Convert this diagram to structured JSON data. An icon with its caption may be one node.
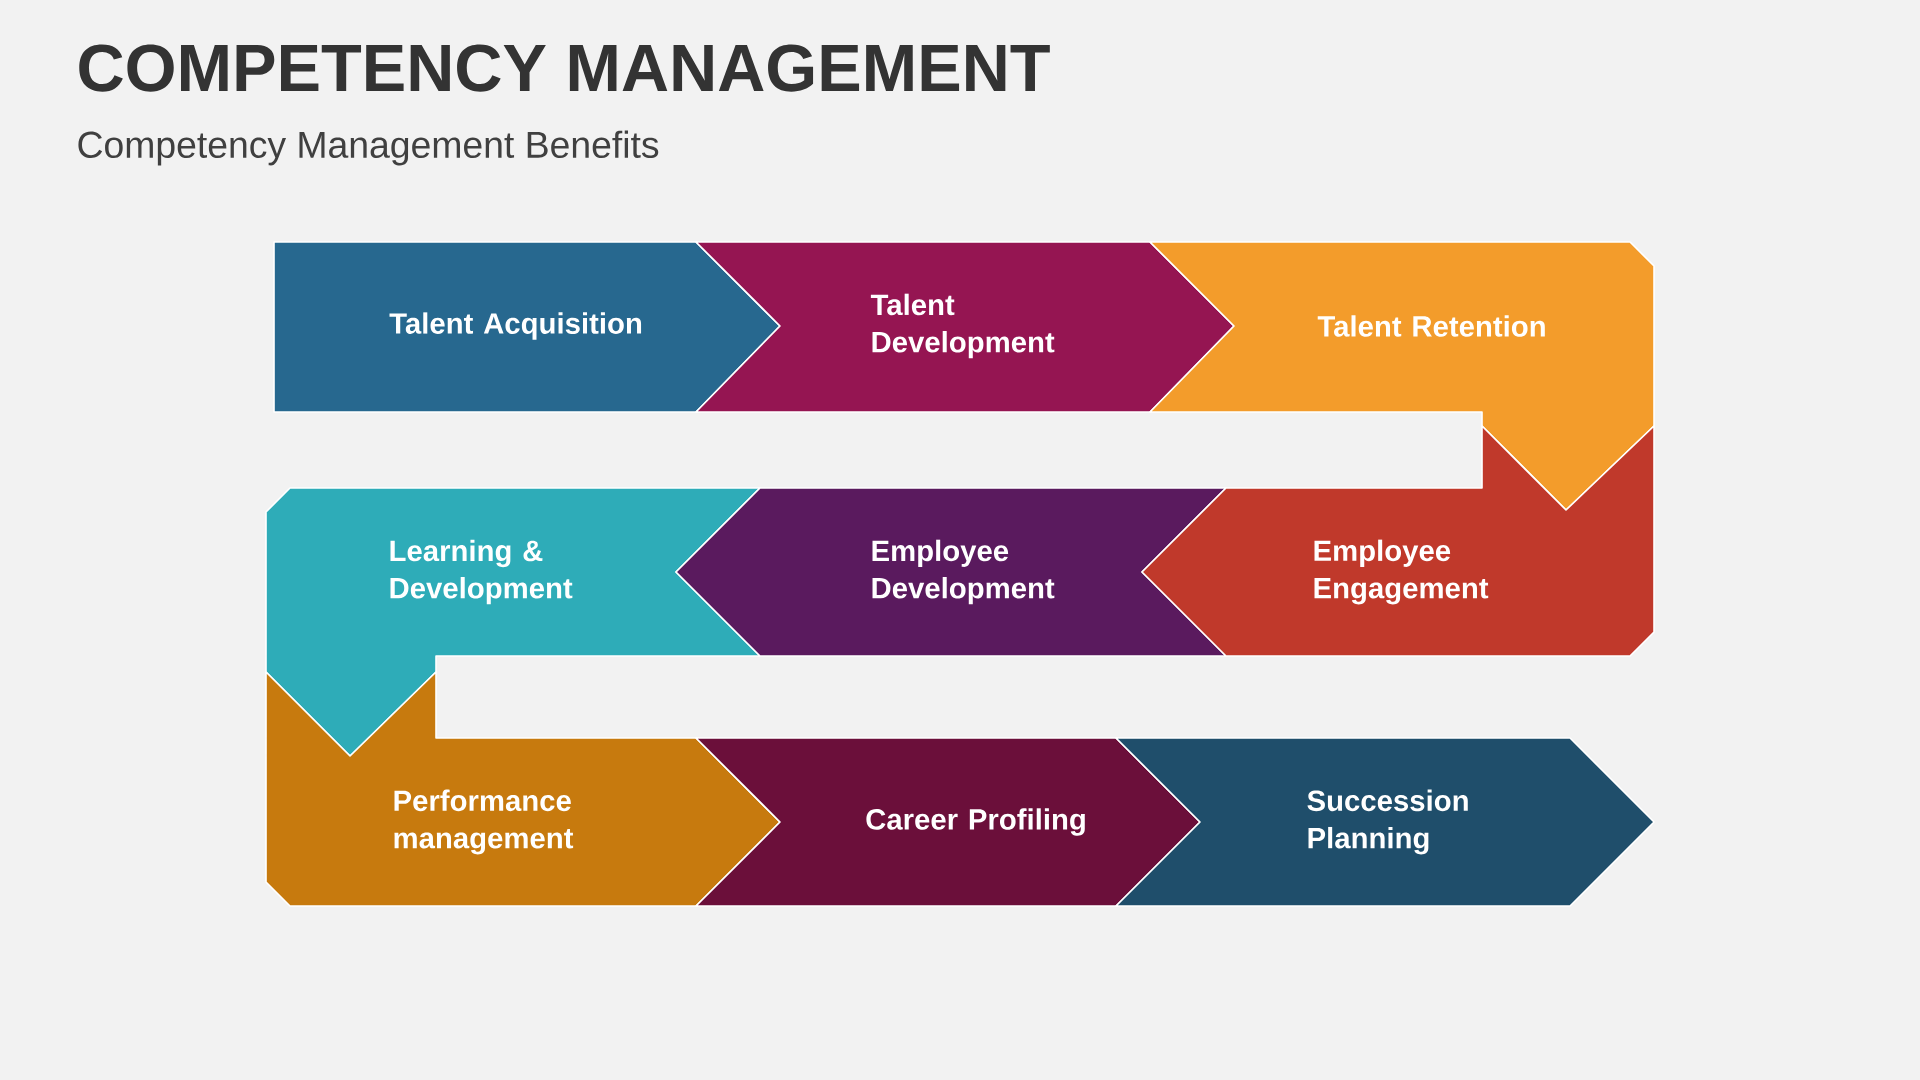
{
  "diagram": {
    "title": "COMPETENCY MANAGEMENT",
    "nodes": [
      {
        "text": [
          "Talent Acquisition"
        ]
      },
      {
        "text": [
          "Talent Development"
        ]
      },
      {
        "text": [
          "Talent Retention"
        ]
      },
      {
        "text": [
          "Learning & Development"
        ]
      },
      {
        "text": [
          "Employee Development"
        ]
      },
      {
        "text": [
          "Employee Engagement"
        ]
      },
      {
        "text": [
          "Performance management"
        ]
      },
      {
        "text": [
          "Career Profiling"
        ]
      },
      {
        "text": [
          "Succession Planning"
        ]
      }
    ],
    "labels": [
      "Competency Management Benefits"
    ]
  }
}
